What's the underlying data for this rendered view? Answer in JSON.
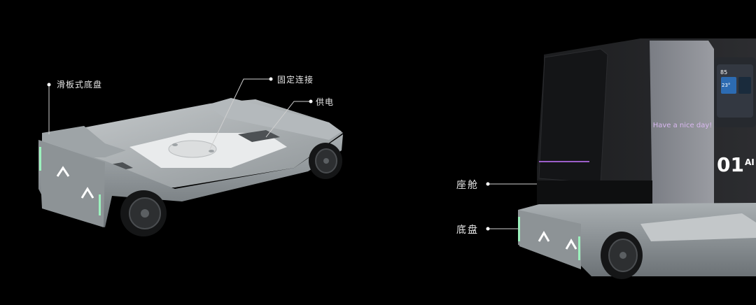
{
  "left_labels": {
    "skateboard_chassis": "滑板式底盘",
    "fixed_connection": "固定连接",
    "power_supply": "供电"
  },
  "right_labels": {
    "cabin": "座舱",
    "chassis": "底盘"
  },
  "vehicle_screen": {
    "message": "Have a nice day!",
    "stat_primary": "85",
    "stat_secondary": "23°"
  },
  "vehicle_side": {
    "badge": "01",
    "partial_text": "AI"
  }
}
